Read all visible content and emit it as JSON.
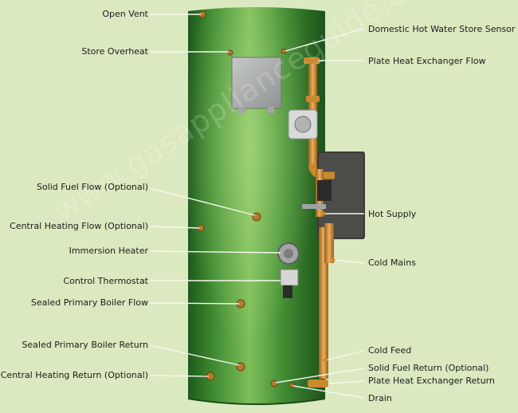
{
  "colors": {
    "background": "#dbe9c0",
    "cylinder": "#3f8b32",
    "pipe": "#c98a2e",
    "leader": "#f4f7ee"
  },
  "watermark": "www.gasapplianceguide.co.uk",
  "labels_left": [
    "Open Vent",
    "Store Overheat",
    "Solid Fuel Flow (Optional)",
    "Central Heating Flow (Optional)",
    "Immersion Heater",
    "Control Thermostat",
    "Sealed Primary Boiler Flow",
    "Sealed Primary Boiler Return",
    "Central Heating Return (Optional)"
  ],
  "labels_right": [
    "Domestic Hot Water Store Sensor",
    "Plate Heat Exchanger Flow",
    "Hot Supply",
    "Cold Mains",
    "Cold Feed",
    "Solid Fuel Return (Optional)",
    "Plate Heat Exchanger Return",
    "Drain"
  ]
}
